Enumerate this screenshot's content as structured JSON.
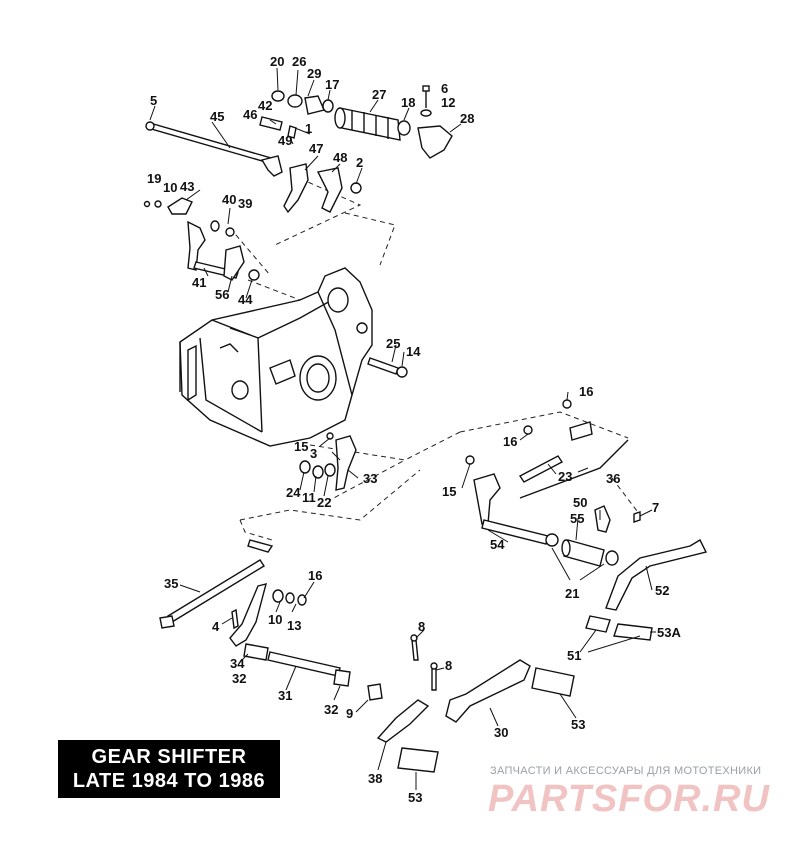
{
  "title": {
    "line1": "GEAR SHIFTER",
    "line2": "LATE 1984 TO 1986"
  },
  "watermark": {
    "tagline": "ЗАПЧАСТИ И АКСЕССУАРЫ ДЛЯ МОТОТЕХНИКИ",
    "logo": "PARTSFOR.RU"
  },
  "callouts": {
    "c20": "20",
    "c26": "26",
    "c29": "29",
    "c17": "17",
    "c6": "6",
    "c12": "12",
    "c5": "5",
    "c45": "45",
    "c46": "46",
    "c42": "42",
    "c27": "27",
    "c18": "18",
    "c28": "28",
    "c1": "1",
    "c49": "49",
    "c47": "47",
    "c48": "48",
    "c2": "2",
    "c19": "19",
    "c10a": "10",
    "c43": "43",
    "c40": "40",
    "c39": "39",
    "c41": "41",
    "c56": "56",
    "c44": "44",
    "c25": "25",
    "c14": "14",
    "c16a": "16",
    "c16b": "16",
    "c15a": "15",
    "c3": "3",
    "c23": "23",
    "c36": "36",
    "c15b": "15",
    "c24": "24",
    "c11": "11",
    "c22": "22",
    "c33": "33",
    "c50": "50",
    "c7": "7",
    "c55": "55",
    "c54": "54",
    "c21": "21",
    "c52": "52",
    "c35": "35",
    "c16c": "16",
    "c4": "4",
    "c10b": "10",
    "c13": "13",
    "c8a": "8",
    "c8b": "8",
    "c53a": "53A",
    "c51": "51",
    "c34": "34",
    "c32a": "32",
    "c31": "31",
    "c32b": "32",
    "c9": "9",
    "c30": "30",
    "c53b": "53",
    "c38": "38",
    "c53c": "53"
  }
}
